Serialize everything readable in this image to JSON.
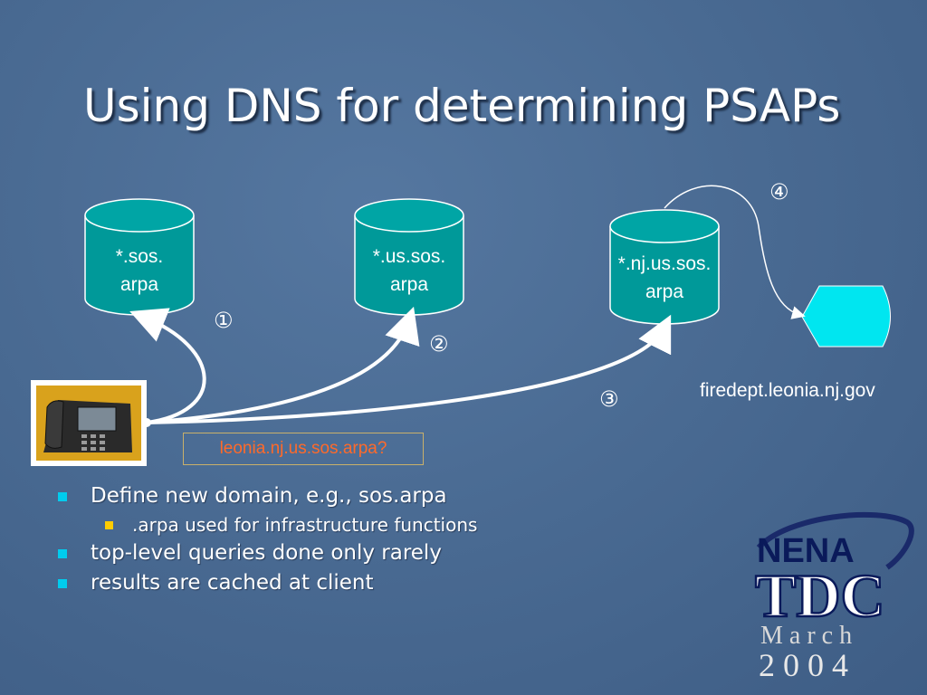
{
  "slide": {
    "title": "Using DNS for determining PSAPs",
    "databases": [
      {
        "line1": "*.sos.",
        "line2": "arpa"
      },
      {
        "line1": "*.us.sos.",
        "line2": "arpa"
      },
      {
        "line1": "*.nj.us.sos.",
        "line2": "arpa"
      }
    ],
    "steps": [
      "①",
      "②",
      "③",
      "④"
    ],
    "target_host": "firedept.leonia.nj.gov",
    "query": "leonia.nj.us.sos.arpa?",
    "bullets": [
      {
        "text": "Define new domain, e.g., sos.arpa",
        "level": 1
      },
      {
        "text": ".arpa used for infrastructure functions",
        "level": 2
      },
      {
        "text": "top-level queries done only rarely",
        "level": 1
      },
      {
        "text": "results are cached at client",
        "level": 1
      }
    ]
  },
  "logo": {
    "nena": "NENA",
    "tdc": "TDC",
    "month": "M a r c h",
    "year": "2 0 0 4"
  },
  "colors": {
    "cylinder": "#009999",
    "bullet_level1": "#00ccee",
    "bullet_level2": "#ffcc00",
    "query_text": "#ff6a2a"
  }
}
